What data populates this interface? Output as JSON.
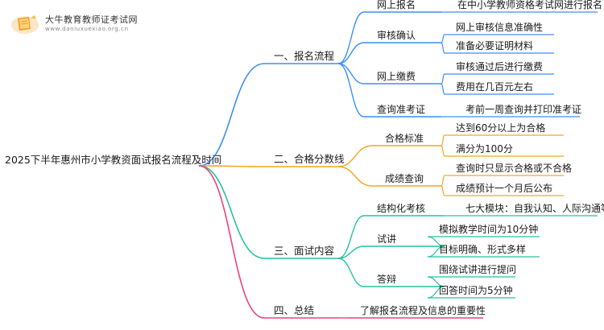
{
  "logo": {
    "title": "大牛教育教师证考试网",
    "url": "www.daniuxuexiao.org.cn",
    "icon": "book-icon"
  },
  "mindmap": {
    "root": "2025下半年惠州市小学教资面试报名流程及时间",
    "branches": [
      {
        "label": "一、报名流程",
        "color": "#3d8ff5",
        "children": [
          {
            "label": "网上报名",
            "children": [
              "在中小学教师资格考试网进行报名"
            ]
          },
          {
            "label": "审核确认",
            "children": [
              "网上审核信息准确性",
              "准备必要证明材料"
            ]
          },
          {
            "label": "网上缴费",
            "children": [
              "审核通过后进行缴费",
              "费用在几百元左右"
            ]
          },
          {
            "label": "查询准考证",
            "children": [
              "考前一周查询并打印准考证"
            ]
          }
        ]
      },
      {
        "label": "二、合格分数线",
        "color": "#f5a623",
        "children": [
          {
            "label": "合格标准",
            "children": [
              "达到60分以上为合格",
              "满分为100分"
            ]
          },
          {
            "label": "成绩查询",
            "children": [
              "查询时只显示合格或不合格",
              "成绩预计一个月后公布"
            ]
          }
        ]
      },
      {
        "label": "三、面试内容",
        "color": "#25c2a0",
        "children": [
          {
            "label": "结构化考核",
            "children": [
              "七大模块：自我认知、人际沟通等"
            ]
          },
          {
            "label": "试讲",
            "children": [
              "模拟教学时间为10分钟",
              "目标明确、形式多样"
            ]
          },
          {
            "label": "答辩",
            "children": [
              "围绕试讲进行提问",
              "回答时间为5分钟"
            ]
          }
        ]
      },
      {
        "label": "四、总结",
        "color": "#e8437a",
        "children": [
          {
            "label": "了解报名流程及信息的重要性",
            "children": []
          }
        ]
      }
    ]
  }
}
